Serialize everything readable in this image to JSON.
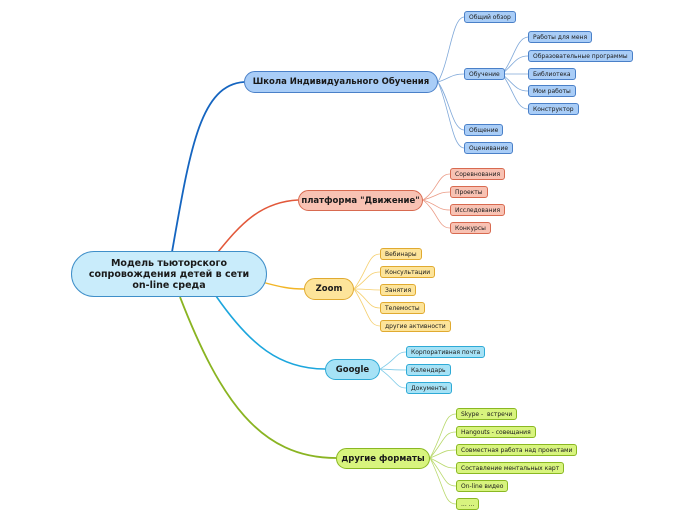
{
  "root": {
    "label": "Модель тьюторского сопровождения детей в сети on-line среда"
  },
  "colors": {
    "blue": "#1565c0",
    "red": "#e2583a",
    "yellow": "#f2b526",
    "cyan": "#1ca6dd",
    "green": "#8ab422"
  },
  "branches": [
    {
      "label": "Школа Индивидуального Обучения",
      "items": [
        {
          "label": "Общий обзор"
        },
        {
          "label": "Обучение",
          "items": [
            {
              "label": "Работы для меня"
            },
            {
              "label": "Образовательные программы"
            },
            {
              "label": "Библиотека"
            },
            {
              "label": "Мои работы"
            },
            {
              "label": "Конструктор"
            }
          ]
        },
        {
          "label": "Общение"
        },
        {
          "label": "Оценивание"
        }
      ]
    },
    {
      "label": "платформа \"Движение\"",
      "items": [
        {
          "label": "Соревнования"
        },
        {
          "label": "Проекты"
        },
        {
          "label": "Исследования"
        },
        {
          "label": "Конкурсы"
        }
      ]
    },
    {
      "label": "Zoom",
      "items": [
        {
          "label": "Вебинары"
        },
        {
          "label": "Консультации"
        },
        {
          "label": "Занятия"
        },
        {
          "label": "Телемосты"
        },
        {
          "label": "другие активности"
        }
      ]
    },
    {
      "label": "Google",
      "items": [
        {
          "label": "Корпоративная почта"
        },
        {
          "label": "Календарь"
        },
        {
          "label": "Документы"
        }
      ]
    },
    {
      "label": "другие форматы",
      "items": [
        {
          "label": "Skype -  встречи"
        },
        {
          "label": "Hangouts - совещания"
        },
        {
          "label": "Совместная работа над проектами"
        },
        {
          "label": "Составление ментальных карт"
        },
        {
          "label": "On-line видео"
        },
        {
          "label": "... ..."
        }
      ]
    }
  ]
}
